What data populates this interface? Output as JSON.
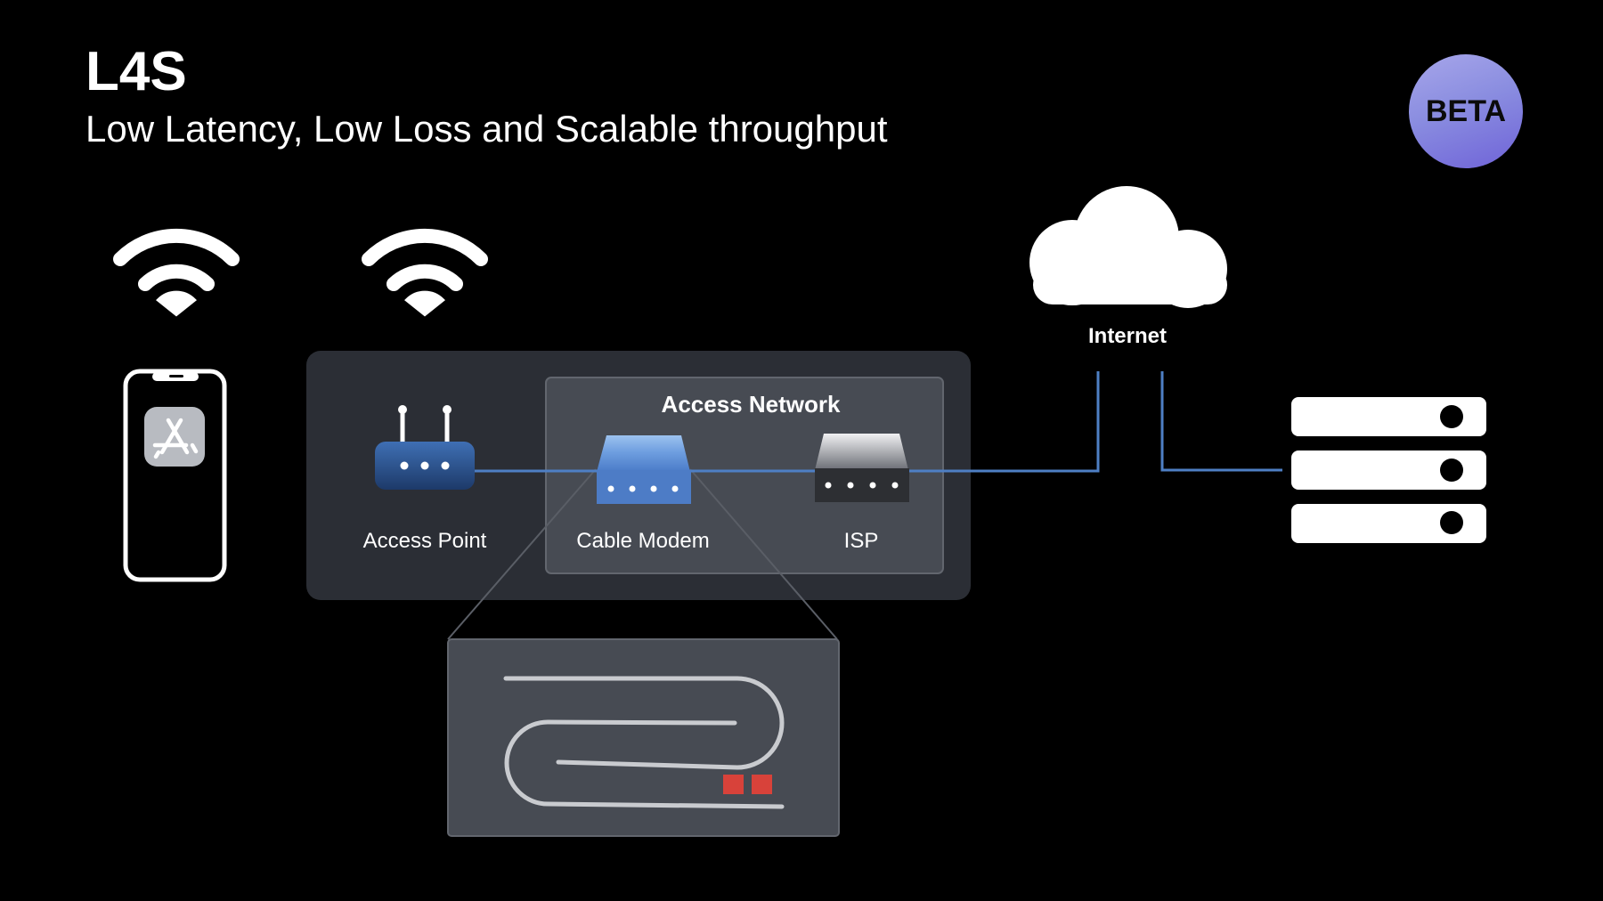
{
  "slide": {
    "title": "L4S",
    "subtitle": "Low Latency, Low Loss and Scalable throughput",
    "badge": "BETA"
  },
  "diagram": {
    "internet_label": "Internet",
    "access_network_label": "Access Network",
    "nodes": {
      "access_point": "Access Point",
      "cable_modem": "Cable Modem",
      "isp": "ISP"
    }
  },
  "colors": {
    "background": "#000000",
    "home_panel": "#2b2e35",
    "access_network_panel": "#474b53",
    "link_line": "#4e7fc4",
    "badge_gradient": [
      "#a7a6ea",
      "#6f63d8"
    ],
    "queue_packet": "#d8423a"
  },
  "icons": {
    "wifi_left": "wifi-icon",
    "wifi_right": "wifi-icon",
    "phone": "iphone-icon",
    "app_store": "app-store-icon",
    "router": "router-icon",
    "cable_modem": "cable-modem-icon",
    "isp": "isp-device-icon",
    "cloud": "cloud-icon",
    "server": "server-icon"
  }
}
